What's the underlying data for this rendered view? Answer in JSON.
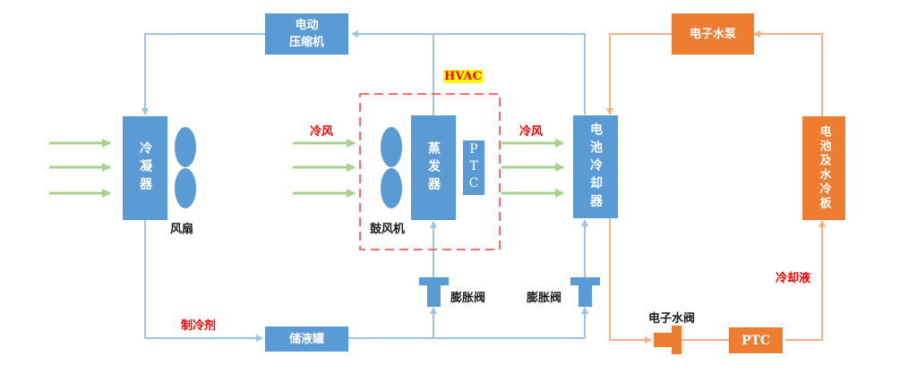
{
  "title": "电动汽车热管理系统示意图",
  "components": {
    "compressor": "电动\n压缩机",
    "condenser": "冷凝器",
    "condenser_fan": "风扇",
    "evaporator": "蒸发器",
    "ptc_air": "PTC",
    "blower": "鼓风机",
    "battery_chiller": "电池冷却器",
    "receiver": "储液罐",
    "expansion_valve_1": "膨胀阀",
    "expansion_valve_2": "膨胀阀",
    "water_pump": "电子水泵",
    "battery_cold_plate": "电池及水冷板",
    "water_valve": "电子水阀",
    "ptc_coolant": "PTC"
  },
  "labels": {
    "hvac": "HVAC",
    "cold_air_in": "冷风",
    "cold_air_out": "冷风",
    "refrigerant": "制冷剂",
    "coolant": "冷却液"
  },
  "colors": {
    "refrigerant_line": "#9dc3e6",
    "coolant_line": "#f4b183",
    "air_flow": "#a9d18e",
    "component_blue": "#5b9bd5",
    "component_orange": "#ed7d31",
    "hvac_border": "#ff5b5b",
    "label_red": "#ff0000"
  }
}
